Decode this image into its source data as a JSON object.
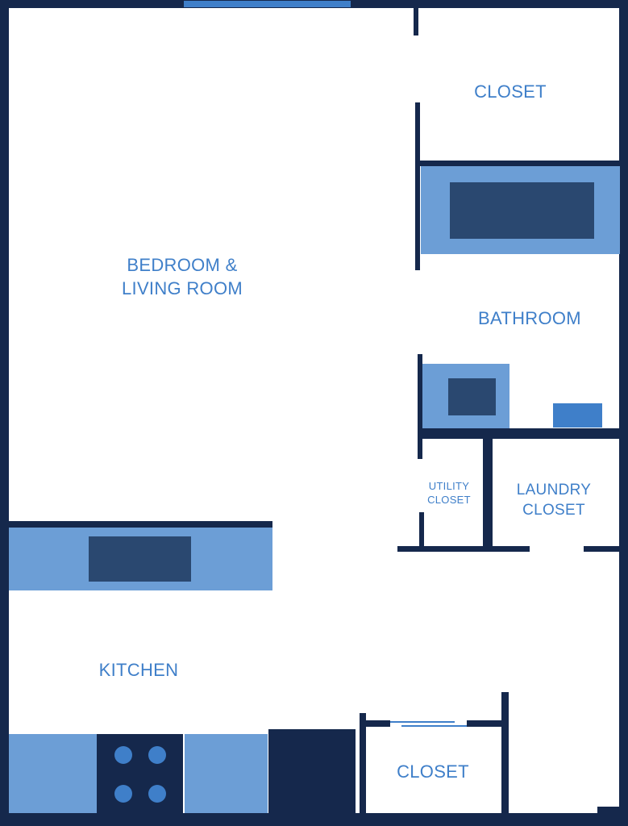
{
  "colors": {
    "wall": "#15284c",
    "counter": "#6c9ed6",
    "fixture": "#2a4870",
    "label": "#3f7fc9",
    "window": "#3f7fc9",
    "background": "#ffffff"
  },
  "rooms": {
    "closet_top": "CLOSET",
    "living_line1": "BEDROOM &",
    "living_line2": "LIVING ROOM",
    "bathroom": "BATHROOM",
    "utility_line1": "UTILITY",
    "utility_line2": "CLOSET",
    "laundry_line1": "LAUNDRY",
    "laundry_line2": "CLOSET",
    "kitchen": "KITCHEN",
    "closet_bottom": "CLOSET"
  }
}
